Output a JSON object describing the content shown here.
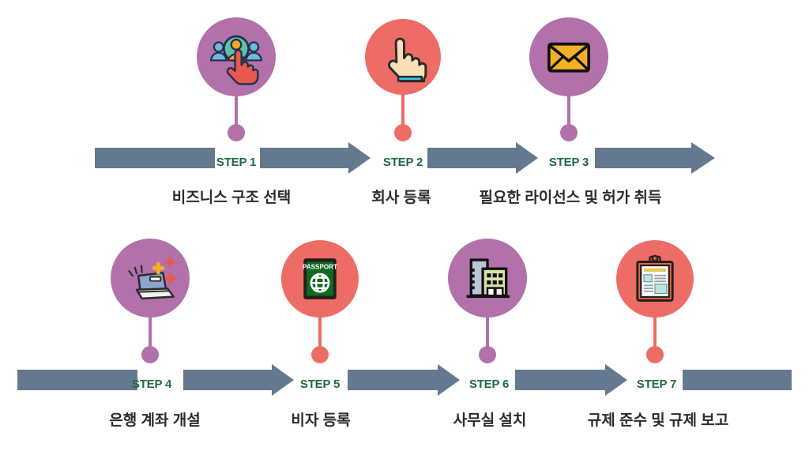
{
  "theme": {
    "background": "#ffffff",
    "bar_color": "#64798f",
    "step_label_color": "#1f6b42",
    "caption_color": "#2b2b2b",
    "purple": "#b271ab",
    "red": "#ed6d66"
  },
  "diagram": {
    "type": "process-timeline",
    "rows": 2,
    "total_steps": 7
  },
  "steps": [
    {
      "id": 1,
      "step_label": "STEP 1",
      "caption": "비즈니스 구조 선택",
      "bubble_color": "#b271ab",
      "icon": "people-select-hand-icon",
      "row": 1
    },
    {
      "id": 2,
      "step_label": "STEP 2",
      "caption": "회사 등록",
      "bubble_color": "#ed6d66",
      "icon": "pointing-hand-icon",
      "row": 1
    },
    {
      "id": 3,
      "step_label": "STEP 3",
      "caption": "필요한 라이선스 및 허가 취득",
      "bubble_color": "#b271ab",
      "icon": "envelope-icon",
      "row": 1
    },
    {
      "id": 4,
      "step_label": "STEP 4",
      "caption": "은행 계좌 개설",
      "bubble_color": "#b271ab",
      "icon": "laptop-sparkle-icon",
      "row": 2
    },
    {
      "id": 5,
      "step_label": "STEP 5",
      "caption": "비자 등록",
      "bubble_color": "#ed6d66",
      "icon": "passport-icon",
      "icon_text": "PASSPORT",
      "row": 2
    },
    {
      "id": 6,
      "step_label": "STEP 6",
      "caption": "사무실 설치",
      "bubble_color": "#b271ab",
      "icon": "office-building-icon",
      "row": 2
    },
    {
      "id": 7,
      "step_label": "STEP 7",
      "caption": "규제 준수 및 규제 보고",
      "bubble_color": "#ed6d66",
      "icon": "clipboard-report-icon",
      "row": 2
    }
  ]
}
